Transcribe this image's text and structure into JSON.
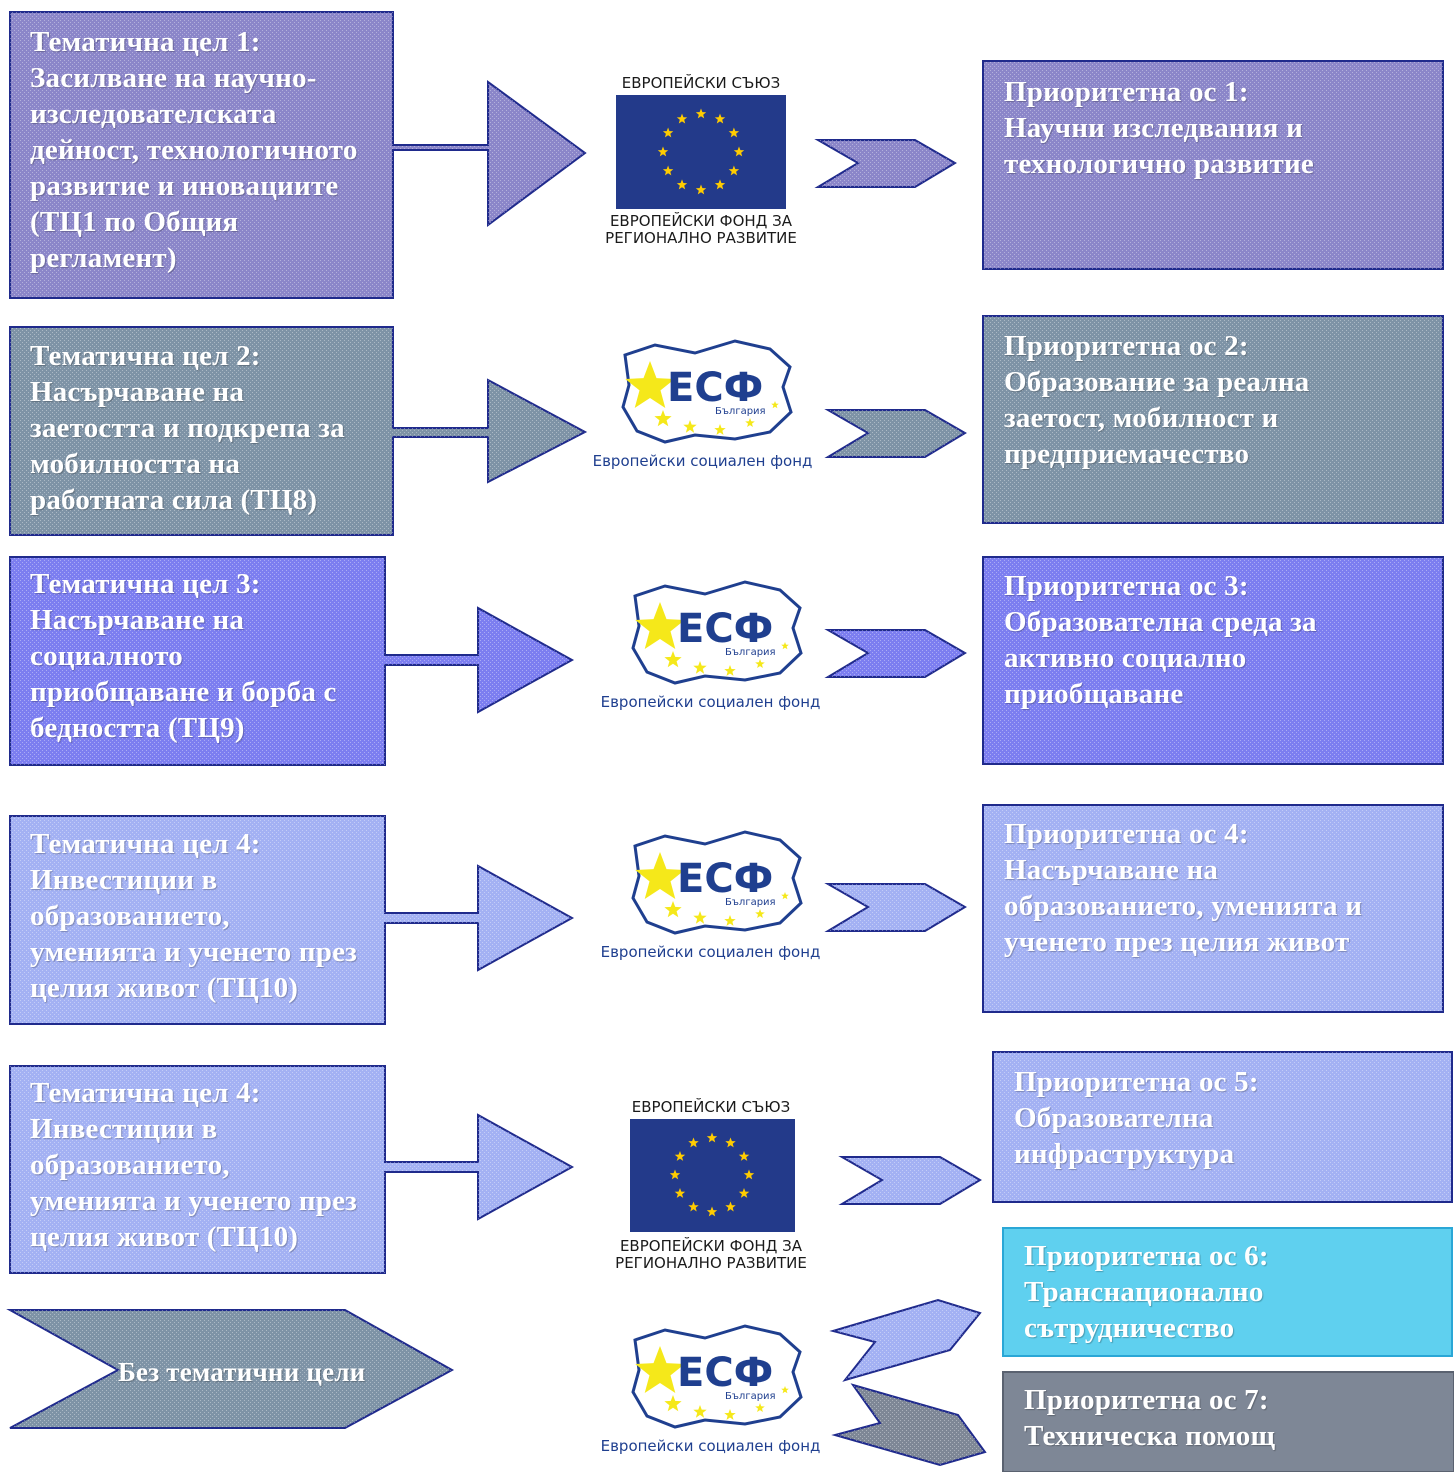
{
  "goals": [
    {
      "text": "Тематична цел 1:\nЗасилване на научно-\nизследователската\nдейност, технологичното\nразвитие и иновациите\n(ТЦ1 по Общия\nрегламент)",
      "color": "#8b86c9"
    },
    {
      "text": "Тематична цел 2:\nНасърчаване на\nзаетостта и подкрепа за\nмобилността на\nработната сила (ТЦ8)",
      "color": "#7e93a6"
    },
    {
      "text": "Тематична цел 3:\nНасърчаване на\nсоциалното\nприобщаване и борба с\nбедността (ТЦ9)",
      "color": "#7c7ef0"
    },
    {
      "text": "Тематична цел 4:\nИнвестиции в\nобразованието,\nуменията и ученето през\nцелия живот (ТЦ10)",
      "color": "#a3b1f3"
    },
    {
      "text": "Тематична цел 4:\nИнвестиции в\nобразованието,\nуменията и ученето през\nцелия живот (ТЦ10)",
      "color": "#a3b1f3"
    }
  ],
  "no_goals": {
    "text": "Без тематични цели",
    "color": "#7e93a6"
  },
  "axes": [
    {
      "text": "Приоритетна ос 1:\nНаучни изследвания и\nтехнологично развитие",
      "color": "#8b86c9"
    },
    {
      "text": "Приоритетна ос 2:\nОбразование за реална\nзаетост, мобилност и\nпредприемачество",
      "color": "#7e93a6"
    },
    {
      "text": "Приоритетна ос 3:\nОбразователна среда за\nактивно социално\nприобщаване",
      "color": "#7c7ef0"
    },
    {
      "text": "Приоритетна ос 4:\nНасърчаване на\nобразованието, уменията и\nученето през целия живот",
      "color": "#a3b1f3"
    },
    {
      "text": "Приоритетна ос 5:\nОбразователна\nинфраструктура",
      "color": "#a3b1f3"
    },
    {
      "text": "Приоритетна ос 6:\nТранснационално\nсътрудничество",
      "color": "#5fd0ef"
    },
    {
      "text": "Приоритетна ос 7:\nТехническа помощ",
      "color": "#7e8796"
    }
  ],
  "logos": {
    "eu": {
      "top": "ЕВРОПЕЙСКИ СЪЮЗ",
      "bottom": "ЕВРОПЕЙСКИ ФОНД ЗА\nРЕГИОНАЛНО РАЗВИТИЕ",
      "flag_color": "#233a8a",
      "star_color": "#ffcc00"
    },
    "esf": {
      "mark": "ЕСФ",
      "sub": "България",
      "caption": "Европейски социален фонд",
      "blue": "#1f3f8f",
      "star_color": "#f5e81a"
    }
  }
}
